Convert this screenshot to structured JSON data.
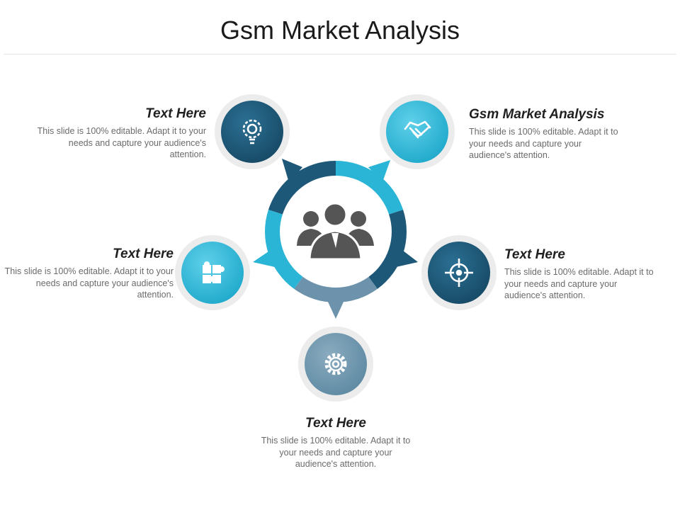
{
  "title": "Gsm Market Analysis",
  "colors": {
    "navy": "#1d5878",
    "cyan": "#2ab5d6",
    "slate": "#6c93ab",
    "ring_outer": "#ececec",
    "people": "#555555"
  },
  "items": [
    {
      "heading": "Text Here",
      "body": "This slide is 100% editable. Adapt it to your needs and capture your audience's attention.",
      "icon": "lightbulb-gear-icon",
      "color": "navy"
    },
    {
      "heading": "Gsm Market Analysis",
      "body": "This slide is 100% editable. Adapt it to your needs and capture your audience's attention.",
      "icon": "handshake-icon",
      "color": "cyan"
    },
    {
      "heading": "Text Here",
      "body": "This slide is 100% editable. Adapt it to your needs and capture your audience's attention.",
      "icon": "puzzle-icon",
      "color": "cyan"
    },
    {
      "heading": "Text Here",
      "body": "This slide is 100% editable. Adapt it to your needs and capture your audience's attention.",
      "icon": "target-icon",
      "color": "navy"
    },
    {
      "heading": "Text Here",
      "body": "This slide is 100% editable. Adapt it to your needs and capture your audience's attention.",
      "icon": "gear-icon",
      "color": "slate"
    }
  ],
  "center_icon": "team-people-icon"
}
